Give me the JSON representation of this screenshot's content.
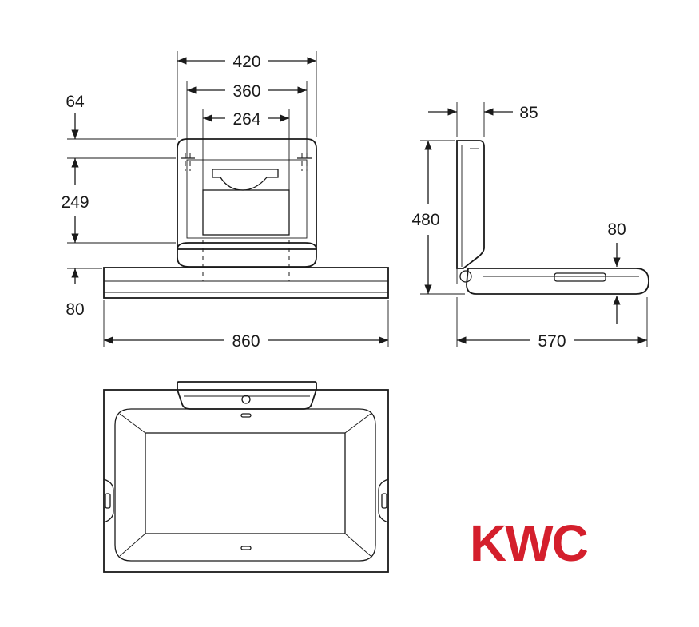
{
  "dimensions": {
    "front_width_outer": "420",
    "front_width_mid": "360",
    "front_width_inner": "264",
    "top_offset": "64",
    "front_height": "249",
    "table_thickness": "80",
    "table_width": "860",
    "side_wall_depth": "85",
    "side_height": "480",
    "side_table_thickness": "80",
    "side_depth": "570"
  },
  "logo": {
    "text": "KWC",
    "color": "#d41f2c"
  },
  "colors": {
    "line": "#1a1a1a"
  }
}
